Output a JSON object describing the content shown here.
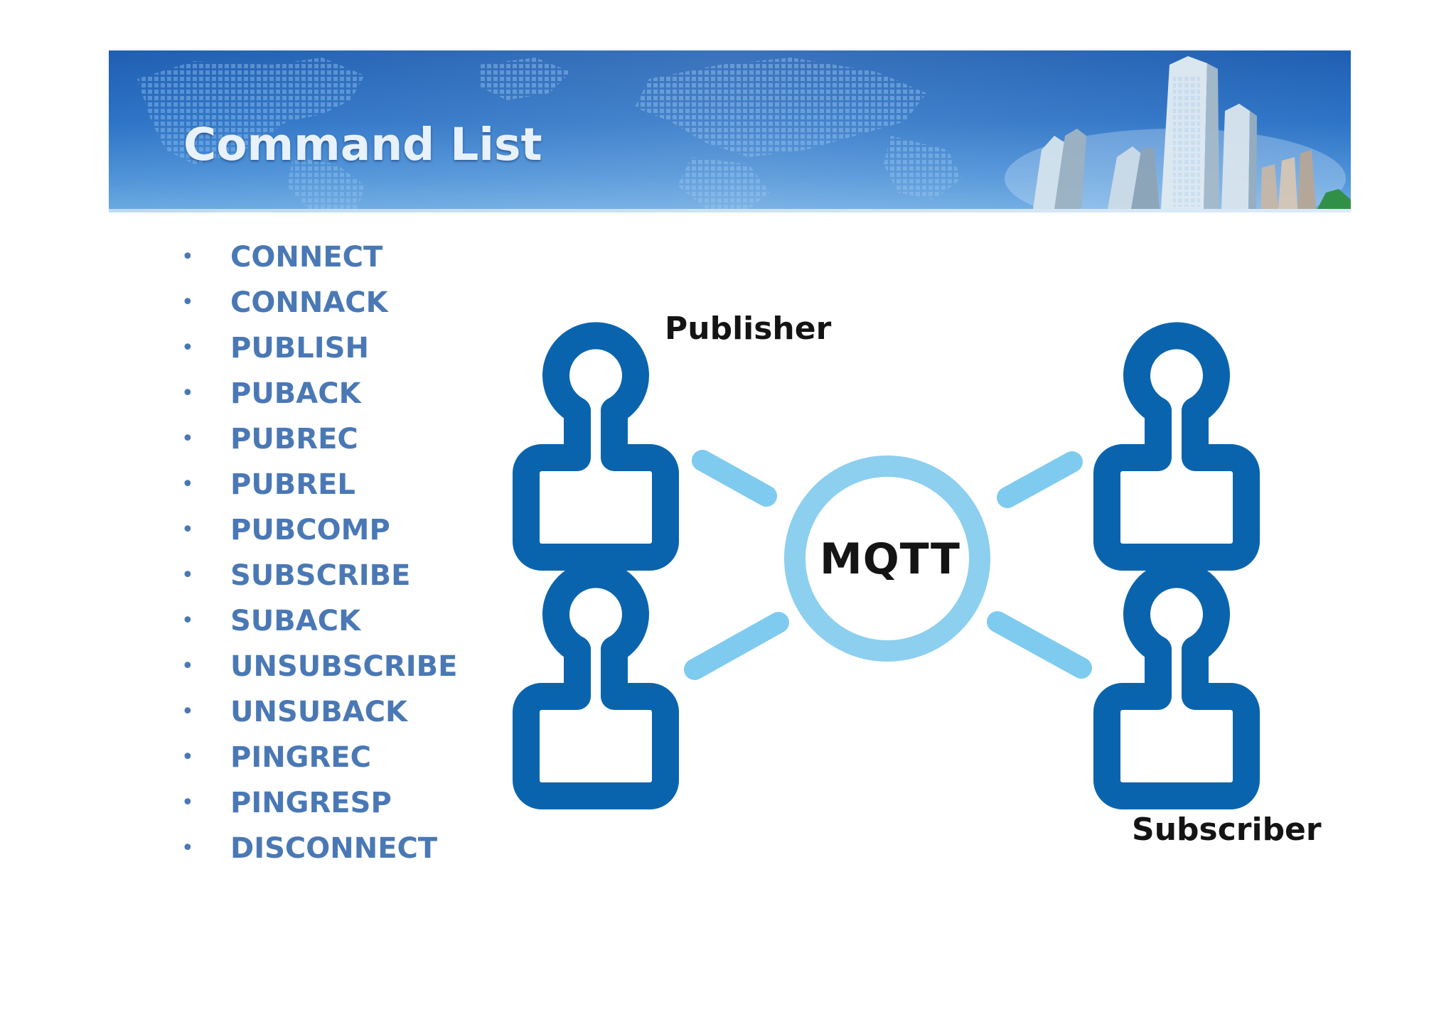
{
  "slide": {
    "title": "Command List"
  },
  "commands": [
    "CONNECT",
    "CONNACK",
    "PUBLISH",
    "PUBACK",
    "PUBREC",
    "PUBREL",
    "PUBCOMP",
    "SUBSCRIBE",
    "SUBACK",
    "UNSUBSCRIBE",
    "UNSUBACK",
    "PINGREC",
    "PINGRESP",
    "DISCONNECT"
  ],
  "bullet_glyph": "•",
  "diagram": {
    "publisher_label": "Publisher",
    "subscriber_label": "Subscriber",
    "broker_label": "MQTT",
    "icons": [
      "user-icon",
      "user-icon",
      "user-icon",
      "user-icon"
    ]
  },
  "colors": {
    "banner_blue": "#2e74c6",
    "list_text": "#4a78b5",
    "user_icon": "#0a64ad",
    "connector": "#7ecbef",
    "broker_ring": "#8ccfef",
    "label_text": "#141414"
  }
}
